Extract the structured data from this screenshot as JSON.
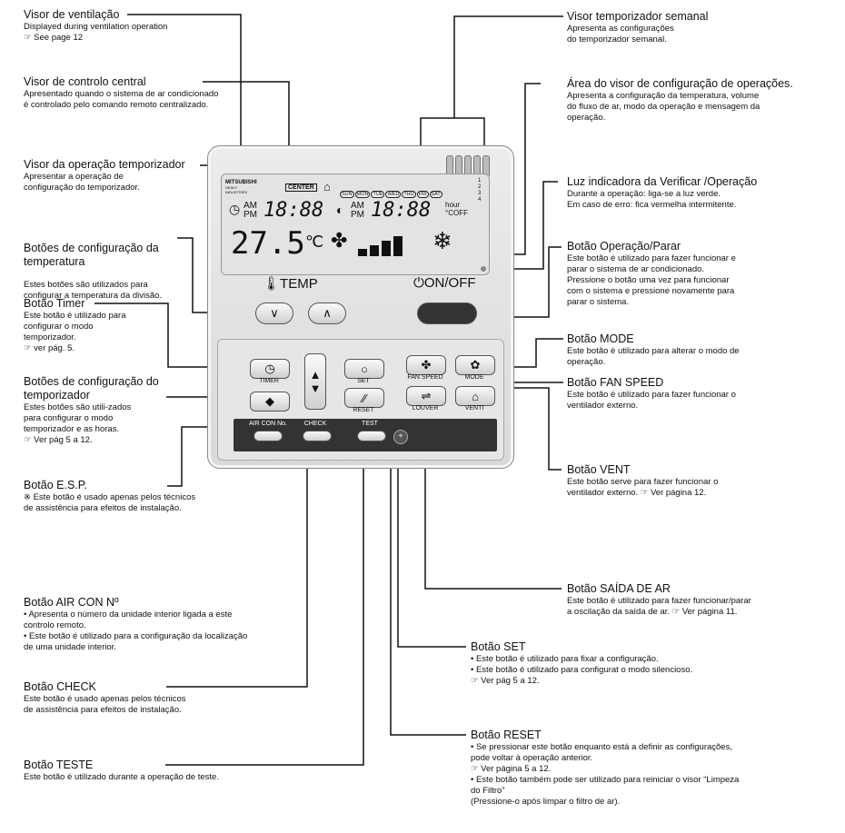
{
  "callouts": {
    "visor_ventilacao": {
      "title": "Visor de ventilação",
      "desc": "Displayed during ventilation operation\n☞ See page 12"
    },
    "visor_controlo_central": {
      "title": "Visor de controlo central",
      "desc": "Apresentado quando o sistema de ar condicionado\né controlado pelo comando remoto centralizado."
    },
    "visor_operacao_temporizador": {
      "title": "Visor da operação temporizador",
      "desc": "Apresentar a operação de\nconfiguração do temporizador."
    },
    "botoes_temperatura": {
      "title": "Botões de configuração da\ntemperatura",
      "desc": "Estes botões são utilizados para\nconfigurar a temperatura da divisão."
    },
    "botao_timer": {
      "title": "Botão Timer",
      "desc": "Este botão é utilizado para\nconfigurar o modo\ntemporizador.\n☞ ver pág. 5."
    },
    "botoes_temporizador": {
      "title": "Botões de configuração do\ntemporizador",
      "desc": "Estes botões são utili-zados\npara configurar o modo\ntemporizador e as horas.\n☞ Ver pág 5 a 12."
    },
    "botao_esp": {
      "title": "Botão E.S.P.",
      "desc": "※ Este botão é usado apenas pelos técnicos\n  de assistência para efeitos de instalação."
    },
    "botao_air_con": {
      "title": "Botão AIR CON Nº",
      "desc": "• Apresenta o número da unidade interior ligada a este\n  controlo remoto.\n• Este botão é utilizado para a configuração da localização\n  de uma unidade interior."
    },
    "botao_check": {
      "title": "Botão CHECK",
      "desc": "Este botão é usado apenas pelos técnicos\nde assistência para efeitos de instalação."
    },
    "botao_teste": {
      "title": "Botão TESTE",
      "desc": "Este botão é utilizado durante a operação de teste."
    },
    "visor_semanal": {
      "title": "Visor temporizador semanal",
      "desc": "Apresenta as configurações\ndo temporizador semanal."
    },
    "area_visor": {
      "title": "Área do visor de configuração de operações.",
      "desc": "Apresenta a configuração da temperatura, volume\ndo fluxo de ar, modo da operação e mensagem da\noperação."
    },
    "luz_indicadora": {
      "title": "Luz indicadora da Verificar /Operação",
      "desc": "Durante a operação: liga-se a luz verde.\nEm caso de erro: fica vermelha intermitente."
    },
    "botao_operacao": {
      "title": "Botão Operação/Parar",
      "desc": "Este botão é utilizado para fazer funcionar e\nparar o sistema de ar condicionado.\nPressione o botão uma vez para funcionar\ncom o sistema e pressione novamente para\nparar o sistema."
    },
    "botao_mode": {
      "title": "Botão MODE",
      "desc": "Este botão é utilizado para alterar o modo de\noperação."
    },
    "botao_fan_speed": {
      "title": "Botão FAN SPEED",
      "desc": "Este botão é utilizado para fazer funcionar o\nventilador externo."
    },
    "botao_vent": {
      "title": "Botão VENT",
      "desc": "Este botão serve para fazer funcionar o\nventilador externo.  ☞ Ver página 12."
    },
    "botao_saida_ar": {
      "title": "Botão SAÍDA DE AR",
      "desc": "Este botão é utilizado para fazer funcionar/parar\na oscilação da saída de ar. ☞ Ver página 11."
    },
    "botao_set": {
      "title": "Botão SET",
      "desc": "• Este botão é utilizado para fixar a configuração.\n• Este botão é utilizado para configurat o modo silencioso.\n☞ Ver pág 5 a 12."
    },
    "botao_reset": {
      "title": "Botão RESET",
      "desc": "• Se pressionar este botão enquanto está a definir as configurações,\n  pode voltar à operação anterior.\n  ☞ Ver página 5 a 12.\n• Este botão também pode ser utilizado para reiniciar o visor “Limpeza\n  do Filtro”\n  (Pressione-o após limpar o filtro de ar)."
    }
  },
  "remote": {
    "brand": "MITSUBISHI",
    "brand_sub": "HEAVY INDUSTRIES",
    "center": "CENTER",
    "days": [
      "SUN",
      "MON",
      "TUE",
      "WED",
      "THU",
      "FRI",
      "SAT"
    ],
    "am": "AM",
    "pm": "PM",
    "time1": "18:88",
    "time2": "18:88",
    "hour": "hour",
    "off": "°COFF",
    "temp_value": "27.5",
    "temp_label": "TEMP",
    "onoff_label": "ON/OFF",
    "timer_label": "TIMER",
    "set_label": "SET",
    "reset_label": "RESET",
    "fan_speed_label": "FAN SPEED",
    "mode_label": "MODE",
    "louver_label": "LOUVER",
    "venti_label": "VENTI",
    "aircon_label": "AIR CON No.",
    "check_label": "CHECK",
    "test_label": "TEST",
    "weeks": [
      "1",
      "2",
      "3",
      "4"
    ]
  }
}
